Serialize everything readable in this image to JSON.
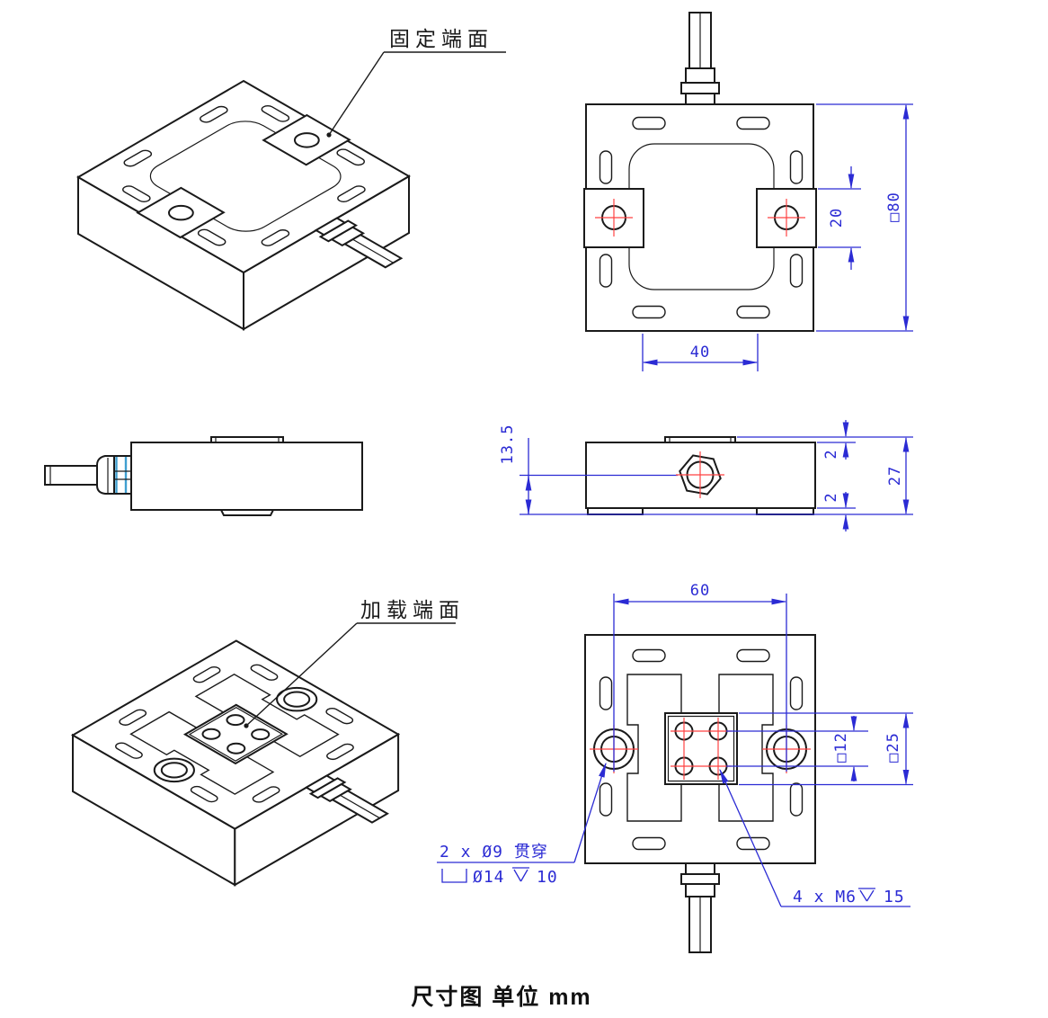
{
  "drawing": {
    "caption": "尺寸图 单位 mm",
    "face_labels": {
      "fixed": "固定端面",
      "load": "加载端面"
    },
    "dimensions": {
      "top_view": {
        "overall": "□80",
        "hole_offset": "20",
        "tab_gap": "40"
      },
      "side_view": {
        "center_height": "13.5",
        "boss_height": "2",
        "foot_height": "2",
        "overall_height": "27"
      },
      "bottom_view": {
        "hole_spacing": "60",
        "plate_hole_square": "□12",
        "plate_square": "□25"
      }
    },
    "callouts": {
      "through_holes": {
        "line1": "2 x Ø9 贯穿",
        "counterbore_dia": "Ø14",
        "counterbore_depth": "10"
      },
      "tapped_holes": {
        "spec": "4 x M6",
        "depth": "15"
      }
    },
    "colors": {
      "outline": "#1a1a1a",
      "dimension": "#2b2bd4",
      "centerline": "#ff4242",
      "gland_accent": "#3f9fd0"
    }
  }
}
